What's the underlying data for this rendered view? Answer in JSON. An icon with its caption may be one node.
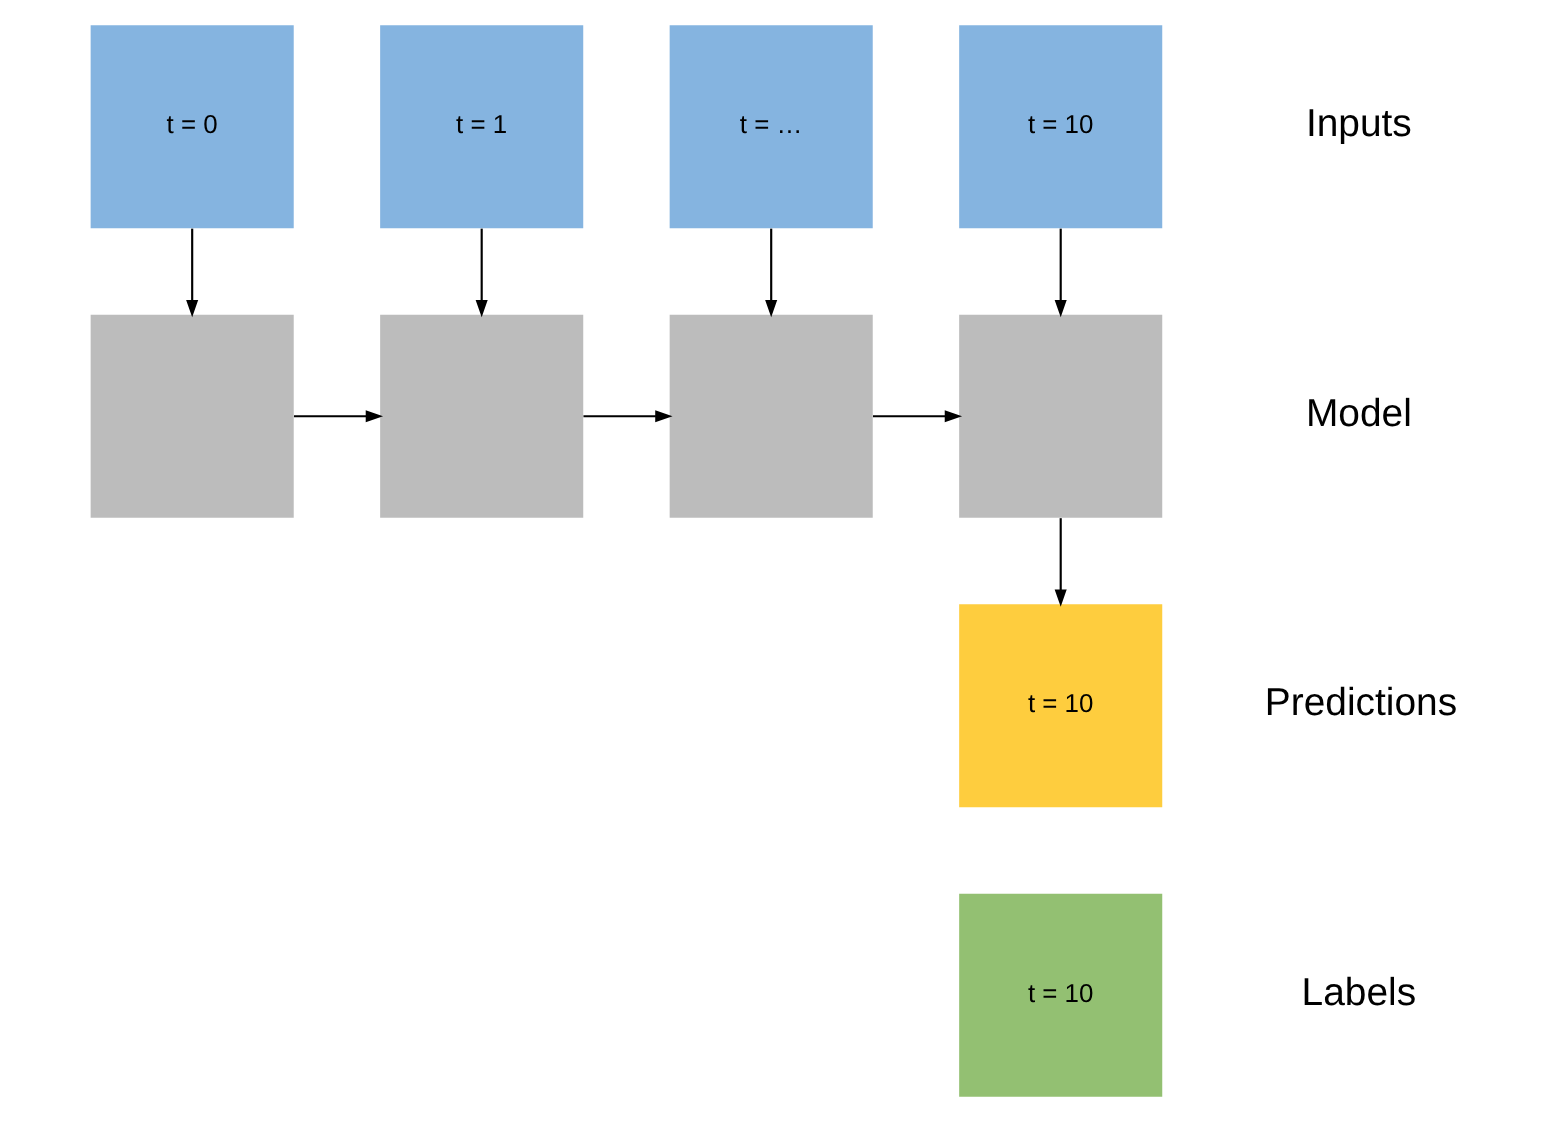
{
  "diagram": {
    "nodes": [
      {
        "text": [
          "t = 0"
        ]
      },
      {
        "text": [
          "t = 1"
        ]
      },
      {
        "text": [
          "t = …"
        ]
      },
      {
        "text": [
          "t = 10"
        ]
      },
      {
        "text": [],
        "shape": "box"
      },
      {
        "text": [],
        "shape": "box"
      },
      {
        "text": [],
        "shape": "box"
      },
      {
        "text": [],
        "shape": "box"
      },
      {
        "text": [
          "t = 10"
        ]
      },
      {
        "text": [
          "t = 10"
        ]
      }
    ],
    "edges": [
      {
        "from": 0,
        "to": 4,
        "arrow": "to"
      },
      {
        "from": 1,
        "to": 5,
        "arrow": "to"
      },
      {
        "from": 2,
        "to": 6,
        "arrow": "to"
      },
      {
        "from": 3,
        "to": 7,
        "arrow": "to"
      },
      {
        "from": 4,
        "to": 5,
        "arrow": "to"
      },
      {
        "from": 5,
        "to": 6,
        "arrow": "to"
      },
      {
        "from": 6,
        "to": 7,
        "arrow": "to"
      },
      {
        "from": 7,
        "to": 8,
        "arrow": "to"
      }
    ],
    "labels": [
      "Inputs",
      "Model",
      "Predictions",
      "Labels"
    ]
  }
}
